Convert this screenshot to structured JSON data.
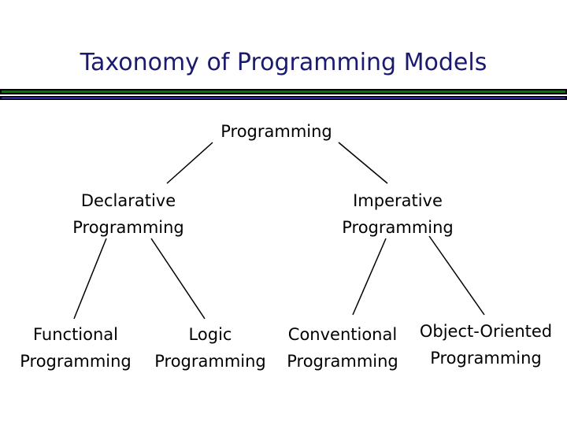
{
  "title": "Taxonomy of Programming Models",
  "colors": {
    "title": "#1a1a6e",
    "bar_top": "#007a00",
    "bar_bottom": "#6655dd"
  },
  "tree": {
    "root": {
      "label": [
        "Programming"
      ]
    },
    "declarative": {
      "label": [
        "Declarative",
        "Programming"
      ]
    },
    "imperative": {
      "label": [
        "Imperative",
        "Programming"
      ]
    },
    "functional": {
      "label": [
        "Functional",
        "Programming"
      ]
    },
    "logic": {
      "label": [
        "Logic",
        "Programming"
      ]
    },
    "conventional": {
      "label": [
        "Conventional",
        "Programming"
      ]
    },
    "object_oriented": {
      "label": [
        "Object-Oriented",
        "Programming"
      ]
    }
  }
}
